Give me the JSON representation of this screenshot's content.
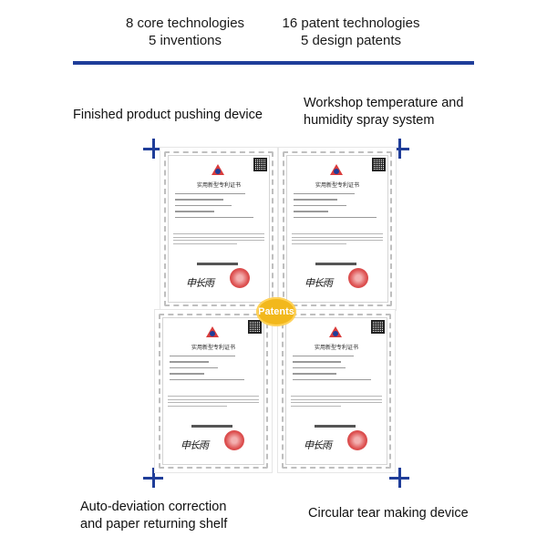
{
  "stats": {
    "left_line1": "8 core technologies",
    "left_line2": "5 inventions",
    "right_line1": "16 patent technologies",
    "right_line2": "5 design patents"
  },
  "captions": {
    "top_left": "Finished product pushing device",
    "top_right_line1": "Workshop temperature and",
    "top_right_line2": "humidity spray system",
    "bottom_left_line1": "Auto-deviation correction",
    "bottom_left_line2": "and paper returning shelf",
    "bottom_right": "Circular tear making device"
  },
  "badge": {
    "label": "Patents"
  },
  "certificates": [
    {
      "title": "实用新型专利证书"
    },
    {
      "title": "实用新型专利证书"
    },
    {
      "title": "实用新型专利证书"
    },
    {
      "title": "实用新型专利证书"
    }
  ],
  "colors": {
    "accent_blue": "#1f3d99",
    "badge_yellow": "#f2b81c",
    "seal_red": "#d93c3c"
  },
  "icons": {
    "plus": "plus-icon",
    "logo": "patent-office-logo-icon",
    "seal": "red-seal-icon",
    "qr": "qr-code-icon"
  }
}
